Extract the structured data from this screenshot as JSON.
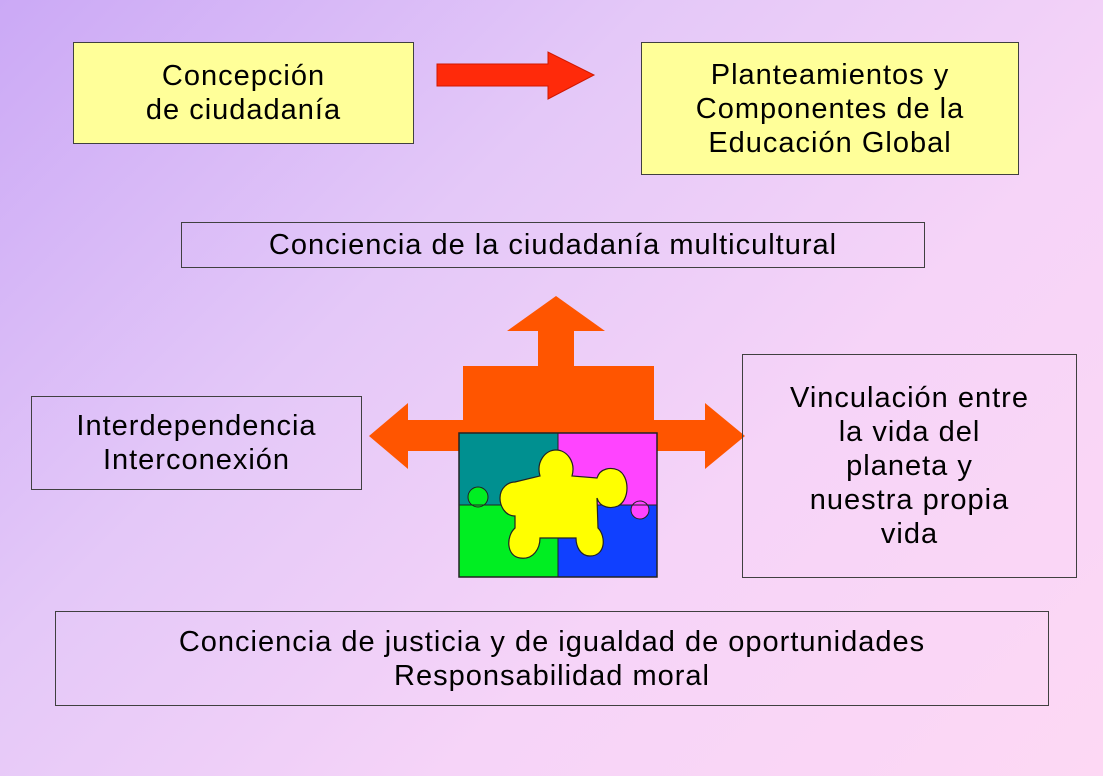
{
  "boxes": {
    "concepcion": {
      "lines": [
        "Concepción",
        "de ciudadanía"
      ],
      "fill": "#ffff99"
    },
    "planteamientos": {
      "lines": [
        "Planteamientos y",
        "Componentes de la",
        "Educación Global"
      ],
      "fill": "#ffff99"
    },
    "conciencia_multicultural": {
      "lines": [
        "Conciencia de la ciudadanía multicultural"
      ]
    },
    "interdependencia": {
      "lines": [
        "Interdependencia",
        "Interconexión"
      ]
    },
    "vinculacion": {
      "lines": [
        "Vinculación entre",
        "la vida del",
        "planeta y",
        "nuestra propia",
        "vida"
      ]
    },
    "justicia": {
      "lines": [
        "Conciencia de justicia y de igualdad de oportunidades",
        "Responsabilidad moral"
      ]
    }
  },
  "colors": {
    "top_arrow": "#ff2a0a",
    "central_arrows": "#ff5500",
    "puzzle_teal": "#009090",
    "puzzle_magenta": "#ff44ff",
    "puzzle_green": "#00ee22",
    "puzzle_blue": "#1040ff",
    "puzzle_center": "#ffff00"
  },
  "icons": {
    "top_arrow": "right-arrow-icon",
    "central": "three-way-arrow-icon",
    "puzzle": "jigsaw-puzzle-icon"
  }
}
